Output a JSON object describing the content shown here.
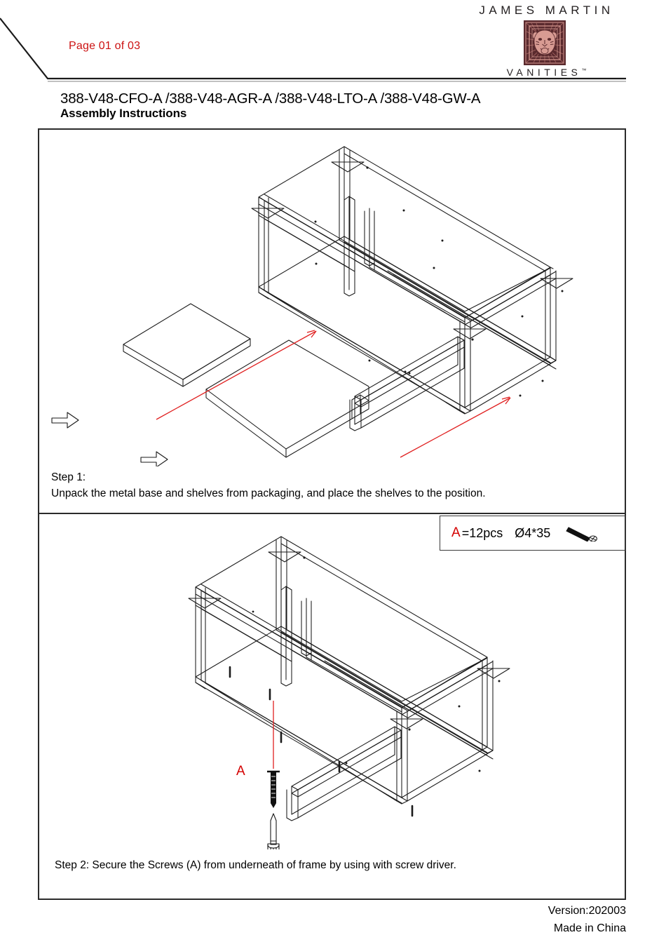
{
  "header": {
    "page_label": "Page 01 of 03",
    "brand_name": "JAMES MARTIN",
    "brand_sub": "VANITIES",
    "brand_tm": "™",
    "logo_icon": "lion-crest-icon",
    "accent_red": "#cc1111",
    "logo_dark": "#5a2a2e",
    "logo_light": "#d89b93"
  },
  "title": {
    "models": "388-V48-CFO-A /388-V48-AGR-A /388-V48-LTO-A /388-V48-GW-A",
    "subtitle": "Assembly Instructions"
  },
  "steps": [
    {
      "label": "Step 1:",
      "text": "Unpack the metal base and shelves from packaging, and place the shelves to the position.",
      "figure": "metal-base-frame-with-two-loose-shelves-isometric"
    },
    {
      "label": "Step 2:",
      "text": "Step 2: Secure the Screws (A) from underneath of frame by using with screw driver.",
      "figure": "assembled-frame-with-screwdriver-isometric"
    }
  ],
  "parts_box": {
    "letter": "A",
    "quantity": "=12pcs",
    "spec": "Ø4*35",
    "icon": "screw-icon",
    "letter_color": "#d40000"
  },
  "callouts": {
    "screw_label": "A",
    "screw_label_color": "#d40000",
    "screwdriver_icon": "screwdriver-icon",
    "rotation_icon": "rotate-arrow-icon"
  },
  "footer": {
    "version": "Version:202003",
    "origin": "Made in China"
  }
}
